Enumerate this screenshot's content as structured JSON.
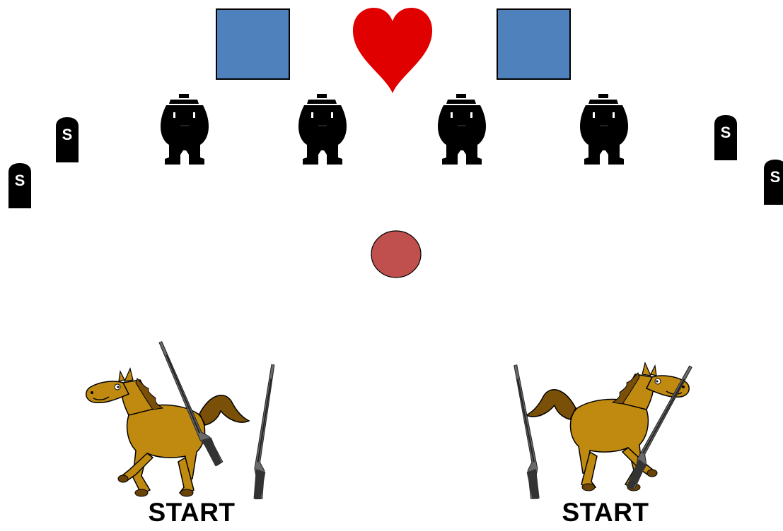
{
  "colors": {
    "square": "#4f81bd",
    "heart": "#e00000",
    "ball": "#c0504d",
    "horse": "#c08a10",
    "mane": "#7a5008",
    "silhouette": "#000000"
  },
  "icons": {
    "targets": [
      "blue-square",
      "heart",
      "blue-square"
    ],
    "bandits": [
      "bandit-silhouette",
      "bandit-silhouette",
      "bandit-silhouette",
      "bandit-silhouette"
    ],
    "tombstones": [
      "tombstone",
      "tombstone",
      "tombstone",
      "tombstone"
    ],
    "ball": "red-ball",
    "players": [
      "horse-with-rifle",
      "horse-with-rifle"
    ]
  },
  "tombstones": {
    "letter": "S"
  },
  "players": {
    "left": {
      "start_label": "START"
    },
    "right": {
      "start_label": "START"
    }
  }
}
